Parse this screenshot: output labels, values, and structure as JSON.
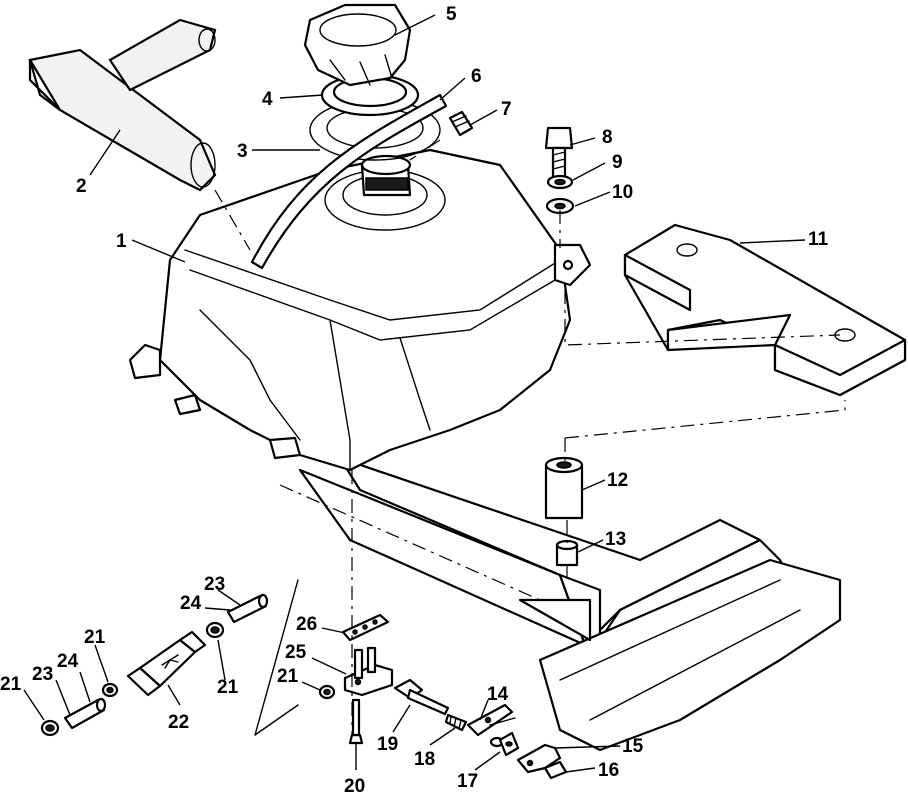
{
  "callouts": {
    "c1": "1",
    "c2": "2",
    "c3": "3",
    "c4": "4",
    "c5": "5",
    "c6": "6",
    "c7": "7",
    "c8": "8",
    "c9": "9",
    "c10": "10",
    "c11": "11",
    "c12": "12",
    "c13": "13",
    "c14": "14",
    "c15": "15",
    "c16": "16",
    "c17": "17",
    "c18": "18",
    "c19": "19",
    "c20": "20",
    "c21a": "21",
    "c21b": "21",
    "c21c": "21",
    "c21d": "21",
    "c22": "22",
    "c23a": "23",
    "c23b": "23",
    "c24a": "24",
    "c24b": "24",
    "c25": "25",
    "c26": "26"
  },
  "colors": {
    "line": "#000000",
    "background": "#ffffff",
    "foam_fill": "#f2f2f2"
  }
}
